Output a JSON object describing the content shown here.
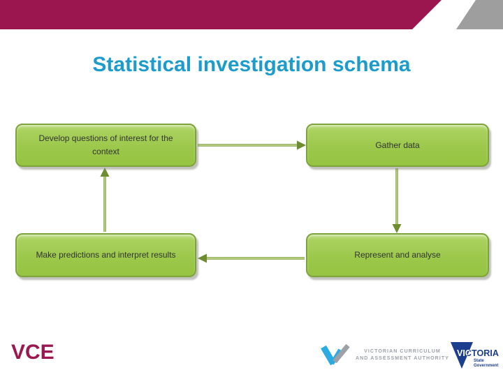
{
  "title": "Statistical investigation schema",
  "diagram": {
    "boxes": [
      {
        "id": "develop-questions",
        "label": "Develop questions of interest for the context"
      },
      {
        "id": "gather-data",
        "label": "Gather data"
      },
      {
        "id": "make-predictions",
        "label": "Make predictions and interpret results"
      },
      {
        "id": "represent-analyse",
        "label": "Represent and analyse"
      }
    ],
    "connectors": [
      {
        "from": "develop-questions",
        "to": "gather-data",
        "direction": "right"
      },
      {
        "from": "gather-data",
        "to": "represent-analyse",
        "direction": "down"
      },
      {
        "from": "represent-analyse",
        "to": "make-predictions",
        "direction": "left"
      },
      {
        "from": "make-predictions",
        "to": "develop-questions",
        "direction": "up"
      }
    ]
  },
  "footer": {
    "vce_label": "VCE",
    "vcaa": {
      "line1": "VICTORIAN CURRICULUM",
      "line2": "AND ASSESSMENT AUTHORITY"
    },
    "victoria": {
      "label": "VICTORIA",
      "sub_line1": "State",
      "sub_line2": "Government"
    }
  },
  "colors": {
    "header_bar": "#9b164f",
    "header_accent": "#9e9e9e",
    "title_text": "#1b9ccd",
    "box_fill": "#9cc84b",
    "box_border": "#7da33b",
    "connector_line": "#7f9e3c",
    "arrowhead": "#6e8d31",
    "vce_text": "#9b1750",
    "vcaa_blue": "#2aabe2",
    "vcaa_gray": "#9ba1a6",
    "victoria_navy": "#1c3e8e"
  }
}
